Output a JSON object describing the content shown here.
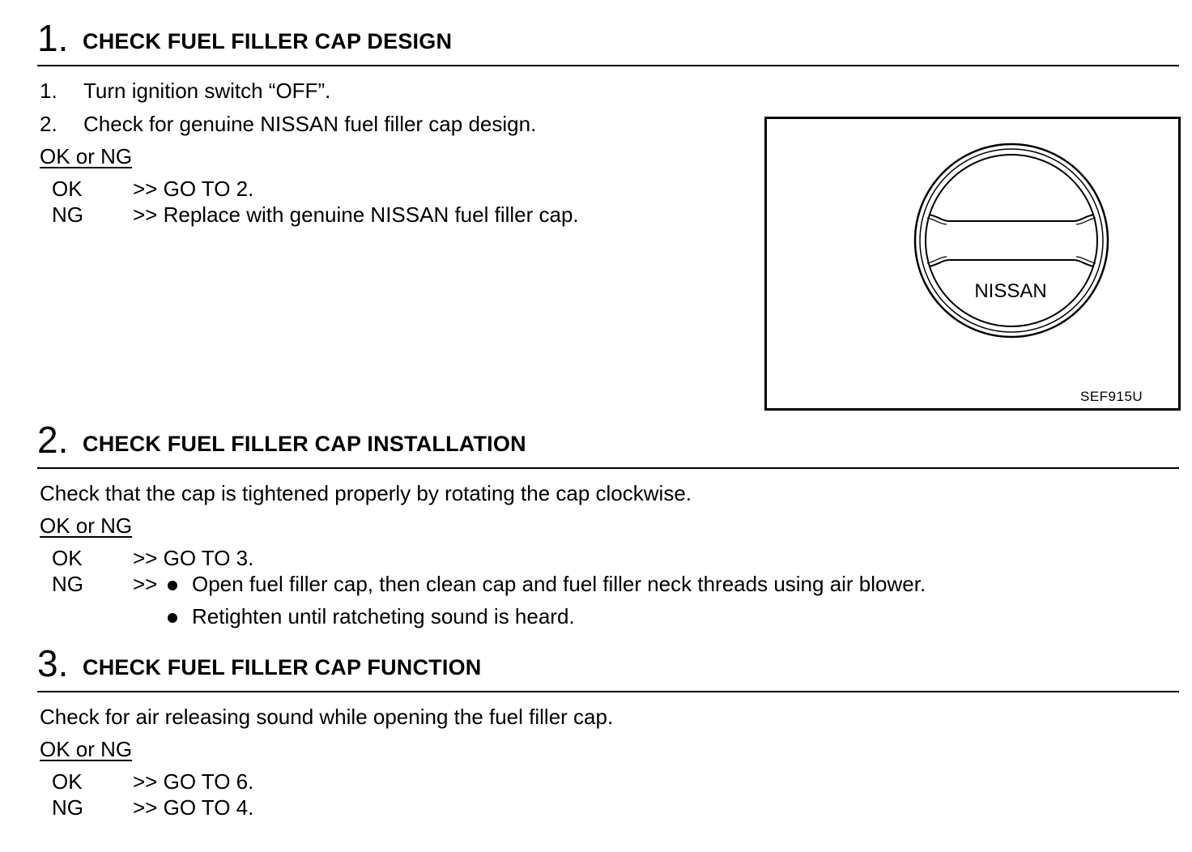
{
  "steps": [
    {
      "number": "1.",
      "title": "CHECK FUEL FILLER CAP DESIGN",
      "list": [
        {
          "num": "1.",
          "text": "Turn ignition switch “OFF”."
        },
        {
          "num": "2.",
          "text": "Check for genuine NISSAN fuel filler cap design."
        }
      ],
      "ok_ng_label": "OK or NG",
      "ok": {
        "label": "OK",
        "text": ">> GO TO 2."
      },
      "ng": {
        "label": "NG",
        "text": ">> Replace with genuine NISSAN fuel filler cap."
      }
    },
    {
      "number": "2.",
      "title": "CHECK FUEL FILLER CAP INSTALLATION",
      "body": "Check that the cap is tightened properly by rotating the cap clockwise.",
      "ok_ng_label": "OK or NG",
      "ok": {
        "label": "OK",
        "text": ">> GO TO 3."
      },
      "ng": {
        "label": "NG",
        "prefix": ">>",
        "bullets": [
          "Open fuel filler cap, then clean cap and fuel filler neck threads using air blower.",
          "Retighten until ratcheting sound is heard."
        ]
      }
    },
    {
      "number": "3.",
      "title": "CHECK FUEL FILLER CAP FUNCTION",
      "body": "Check for air releasing sound while opening the fuel filler cap.",
      "ok_ng_label": "OK or NG",
      "ok": {
        "label": "OK",
        "text": ">> GO TO 6."
      },
      "ng": {
        "label": "NG",
        "text": ">> GO TO 4."
      }
    }
  ],
  "figure": {
    "cap_logo_text": "NISSAN",
    "figure_id": "SEF915U",
    "icon": "fuel-filler-cap-illustration"
  }
}
